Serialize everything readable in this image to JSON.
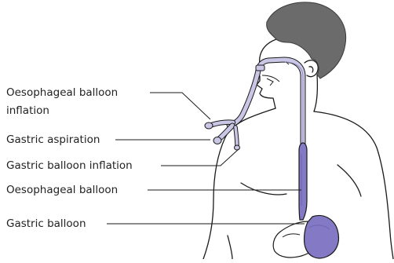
{
  "labels": {
    "oesophageal_balloon_inflation_line1": "Oesophageal balloon",
    "oesophageal_balloon_inflation_line2": "inflation",
    "gastric_aspiration": "Gastric aspiration",
    "gastric_balloon_inflation": "Gastric balloon inflation",
    "oesophageal_balloon": "Oesophageal balloon",
    "gastric_balloon": "Gastric balloon"
  },
  "colors": {
    "hair": "#6b6b6b",
    "outline": "#1a1a1a",
    "tube": "#c9c6e6",
    "balloon": "#8379c4",
    "balloon_dark": "#6e64b3",
    "text": "#222222"
  }
}
